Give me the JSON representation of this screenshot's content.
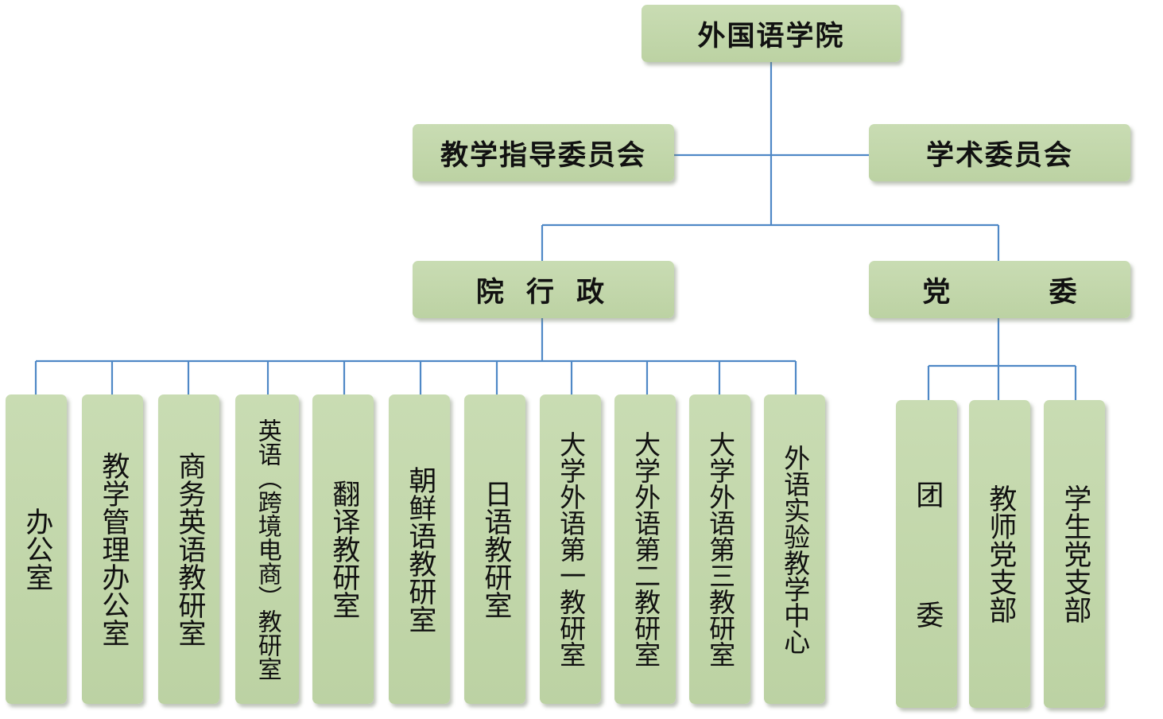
{
  "colors": {
    "box_fill": "#c2d6aa",
    "connector": "#4f88c6",
    "text": "#111111"
  },
  "root": {
    "label": "外国语学院"
  },
  "committees": [
    {
      "label": "教学指导委员会"
    },
    {
      "label": "学术委员会"
    }
  ],
  "branches": [
    {
      "label": "院 行 政"
    },
    {
      "label": "党 委"
    }
  ],
  "admin_units": [
    {
      "label": "办公室"
    },
    {
      "label": "教学管理办公室"
    },
    {
      "label": "商务英语教研室"
    },
    {
      "label": "英语（跨境电商）教研室"
    },
    {
      "label": "翻译教研室"
    },
    {
      "label": "朝鲜语教研室"
    },
    {
      "label": "日语教研室"
    },
    {
      "label": "大学外语第一教研室"
    },
    {
      "label": "大学外语第二教研室"
    },
    {
      "label": "大学外语第三教研室"
    },
    {
      "label": "外语实验教学中心"
    }
  ],
  "party_units": [
    {
      "label": "团 委"
    },
    {
      "label": "教师党支部"
    },
    {
      "label": "学生党支部"
    }
  ]
}
